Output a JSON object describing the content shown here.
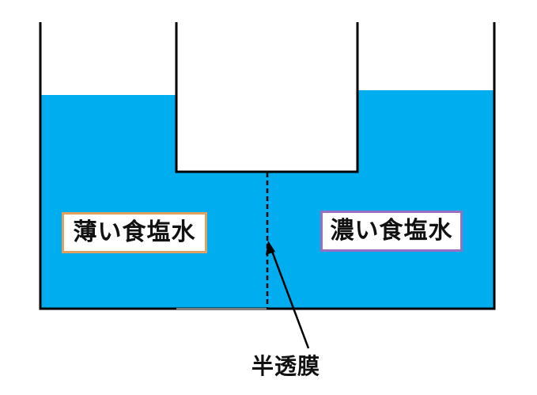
{
  "diagram": {
    "left_solution_label": "薄い食塩水",
    "right_solution_label": "濃い食塩水",
    "membrane_label": "半透膜",
    "colors": {
      "water": "#00aeef",
      "outline": "#000000",
      "left_label_border": "#e0a060",
      "right_label_border": "#9a6fc0"
    }
  }
}
